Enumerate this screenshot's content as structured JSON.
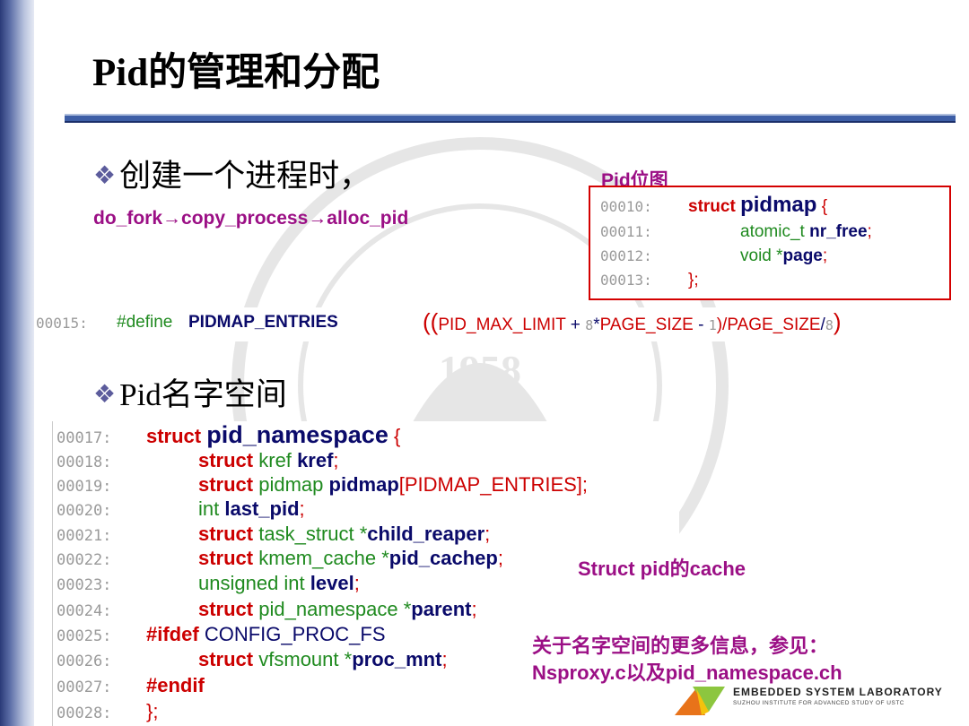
{
  "title": "Pid的管理和分配",
  "bullets": {
    "create": "创建一个进程时，",
    "namespace": "Pid名字空间"
  },
  "chain": {
    "a": "do_fork",
    "b": "copy_process",
    "c": "alloc_pid",
    "arrow": "→"
  },
  "pidmap_label": "Pid位图",
  "pidmap_code": {
    "l1": {
      "ln": "00010:",
      "kw": "struct",
      "name": "pidmap",
      "brace": "{"
    },
    "l2": {
      "ln": "00011:",
      "type": "atomic_t",
      "field": "nr_free",
      "semi": ";"
    },
    "l3": {
      "ln": "00012:",
      "type": "void *",
      "field": "page",
      "semi": ";"
    },
    "l4": {
      "ln": "00013:",
      "close": "};"
    }
  },
  "define_line": {
    "ln": "00015:",
    "directive": "#define",
    "name": "PIDMAP_ENTRIES",
    "open": "((",
    "p1": "PID_MAX_LIMIT",
    "plus": " + ",
    "n8a": "8",
    "star": "*",
    "p2": "PAGE_SIZE",
    "minus": " - ",
    "n1": "1",
    "mid": ")/",
    "p3": "PAGE_SIZE",
    "slash": "/",
    "n8b": "8",
    "close": ")"
  },
  "ns_code": {
    "l17": {
      "ln": "00017:",
      "kw": "struct",
      "name": "pid_namespace",
      "brace": "{"
    },
    "l18": {
      "ln": "00018:",
      "kw": "struct",
      "type": "kref",
      "field": "kref",
      "semi": ";"
    },
    "l19": {
      "ln": "00019:",
      "kw": "struct",
      "type": "pidmap",
      "field": "pidmap",
      "arr": "[PIDMAP_ENTRIES];"
    },
    "l20": {
      "ln": "00020:",
      "type": "int",
      "field": "last_pid",
      "semi": ";"
    },
    "l21": {
      "ln": "00021:",
      "kw": "struct",
      "type": "task_struct *",
      "field": "child_reaper",
      "semi": ";"
    },
    "l22": {
      "ln": "00022:",
      "kw": "struct",
      "type": "kmem_cache *",
      "field": "pid_cachep",
      "semi": ";"
    },
    "l23": {
      "ln": "00023:",
      "type": "unsigned int",
      "field": "level",
      "semi": ";"
    },
    "l24": {
      "ln": "00024:",
      "kw": "struct",
      "type": "pid_namespace *",
      "field": "parent",
      "semi": ";"
    },
    "l25": {
      "ln": "00025:",
      "directive": "#ifdef",
      "macro": "CONFIG_PROC_FS"
    },
    "l26": {
      "ln": "00026:",
      "kw": "struct",
      "type": "vfsmount *",
      "field": "proc_mnt",
      "semi": ";"
    },
    "l27": {
      "ln": "00027:",
      "directive": "#endif"
    },
    "l28": {
      "ln": "00028:",
      "close": "};"
    }
  },
  "notes": {
    "cache": "Struct pid的cache",
    "more_1": "关于名字空间的更多信息，参见：",
    "more_2": "Nsproxy.c以及pid_namespace.ch"
  },
  "watermark_year": "1958",
  "logo": {
    "name": "EMBEDDED SYSTEM LABORATORY",
    "sub": "SUZHOU INSTITUTE FOR ADVANCED STUDY OF USTC"
  },
  "colors": {
    "keyword": "#cc0000",
    "type": "#1f8a1f",
    "accent_pink": "#9b0f85",
    "title_rule": "#3d5ea6",
    "box_border": "#d40000"
  }
}
